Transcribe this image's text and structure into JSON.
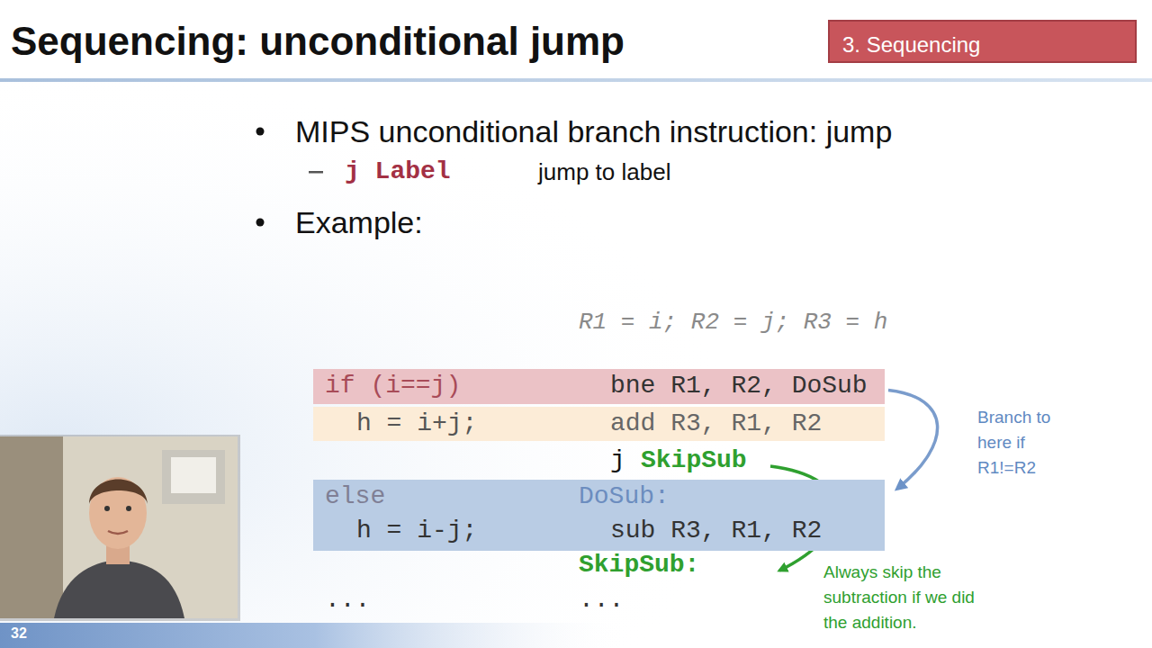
{
  "diagram": {
    "title": "Sequencing: unconditional jump",
    "nodes": [
      {
        "text": [
          "3. Sequencing"
        ]
      },
      {
        "text": [
          "if (i==j)",
          "bne R1, R2, DoSub"
        ]
      },
      {
        "text": [
          "h = i+j;",
          "add R3, R1, R2"
        ]
      },
      {
        "text": [
          "else",
          "h = i-j;",
          "DoSub:",
          "sub R3, R1, R2"
        ]
      }
    ],
    "edges": [
      {
        "from": 1,
        "to": 3,
        "arrow": "to",
        "label": "Branch to here if R1!=R2"
      }
    ],
    "labels": [
      "MIPS unconditional branch instruction: jump",
      "j Label",
      "jump to label",
      "Example:",
      "R1 = i; R2 = j; R3 = h",
      "j",
      "SkipSub",
      "SkipSub:",
      "...",
      "...",
      "Always skip the subtraction if we did the addition.",
      "32"
    ]
  }
}
